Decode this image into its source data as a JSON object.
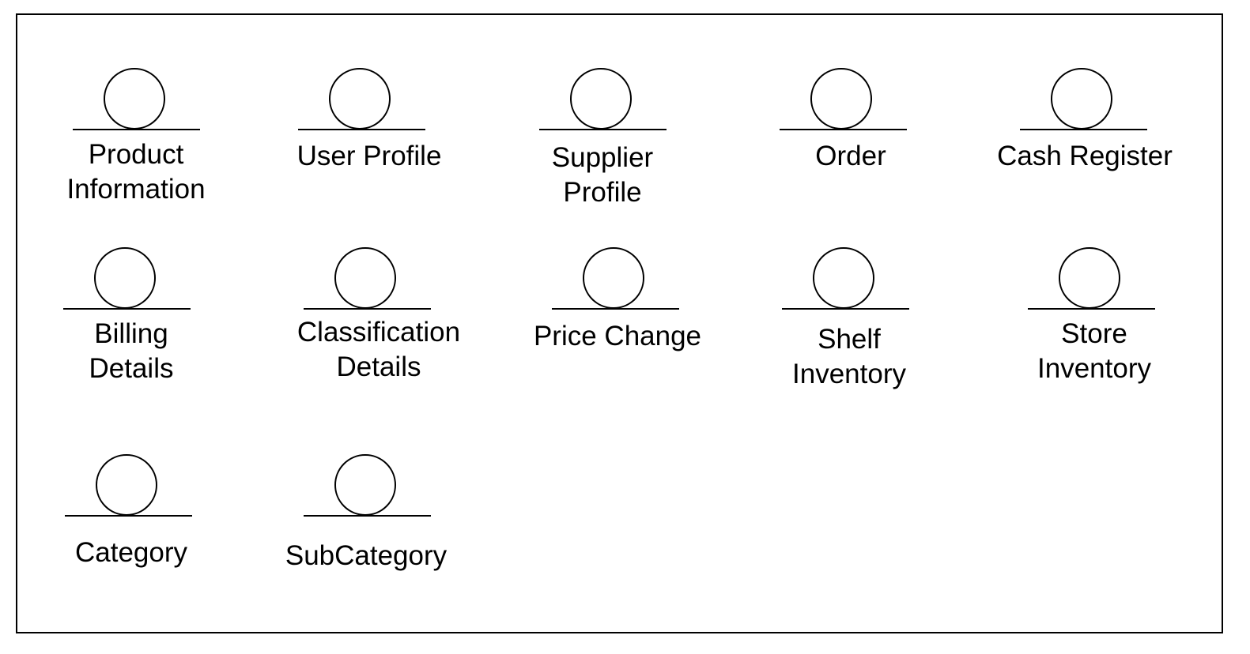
{
  "diagram": {
    "type": "entity-object-diagram",
    "entities": [
      {
        "label": "Product\nInformation"
      },
      {
        "label": "User Profile"
      },
      {
        "label": "Supplier\nProfile"
      },
      {
        "label": "Order"
      },
      {
        "label": "Cash Register"
      },
      {
        "label": "Billing\nDetails"
      },
      {
        "label": "Classification\nDetails"
      },
      {
        "label": "Price Change"
      },
      {
        "label": "Shelf\nInventory"
      },
      {
        "label": "Store\nInventory"
      },
      {
        "label": "Category"
      },
      {
        "label": "SubCategory"
      }
    ]
  }
}
